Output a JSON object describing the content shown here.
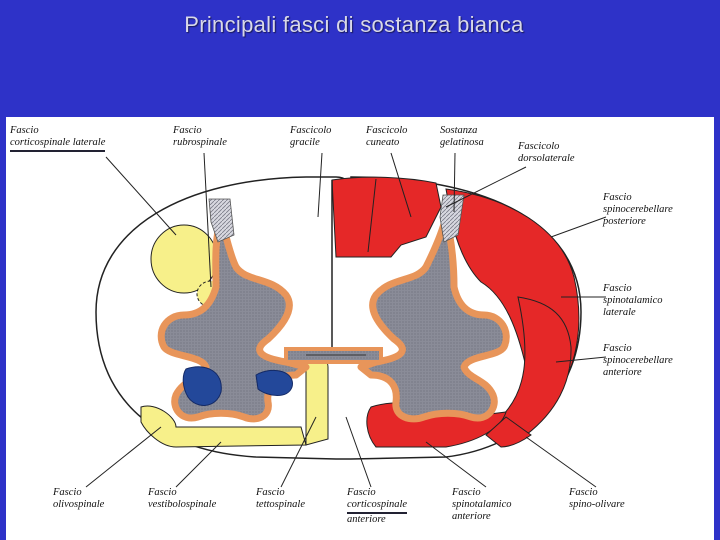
{
  "title": "Principali fasci di sostanza bianca",
  "labels": {
    "top": [
      {
        "l1": "Fascio",
        "l2": "corticospinale laterale"
      },
      {
        "l1": "Fascio",
        "l2": "rubrospinale"
      },
      {
        "l1": "Fascicolo",
        "l2": "gracile"
      },
      {
        "l1": "Fascicolo",
        "l2": "cuneato"
      },
      {
        "l1": "Sostanza",
        "l2": "gelatinosa"
      },
      {
        "l1": "Fascicolo",
        "l2": "dorsolaterale"
      }
    ],
    "right": [
      {
        "l1": "Fascio",
        "l2": "spinocerebellare",
        "l3": "posteriore"
      },
      {
        "l1": "Fascio",
        "l2": "spinotalamico",
        "l3": "laterale"
      },
      {
        "l1": "Fascio",
        "l2": "spinocerebellare",
        "l3": "anteriore"
      }
    ],
    "bottom": [
      {
        "l1": "Fascio",
        "l2": "olivospinale"
      },
      {
        "l1": "Fascio",
        "l2": "vestibolospinale"
      },
      {
        "l1": "Fascio",
        "l2": "tettospinale"
      },
      {
        "l1": "Fascio",
        "l2": "corticospinale",
        "l3": "anteriore"
      },
      {
        "l1": "Fascio",
        "l2": "spinotalamico",
        "l3": "anteriore"
      },
      {
        "l1": "Fascio",
        "l2": "spino-olivare"
      }
    ]
  },
  "colors": {
    "background": "#2e32c8",
    "white_matter": "#ffffff",
    "gray_matter": "#8a8c98",
    "gray_border": "#e8955a",
    "ascending_tracts": "#e52828",
    "descending_yellow": "#f7f08a",
    "descending_blue": "#23489a"
  }
}
